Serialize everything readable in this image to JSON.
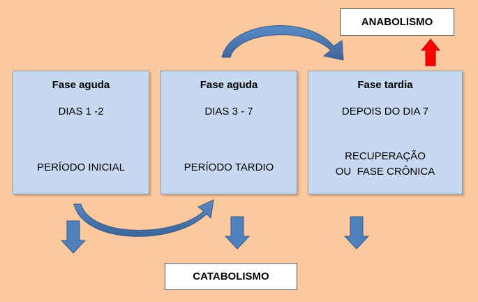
{
  "phases": [
    {
      "title": "Fase aguda",
      "days": "DIAS 1 -2",
      "period_lines": [
        "PERÍODO INICIAL"
      ]
    },
    {
      "title": "Fase aguda",
      "days": "DIAS 3 - 7",
      "period_lines": [
        "PERÍODO TARDIO"
      ]
    },
    {
      "title": "Fase tardia",
      "days": "DEPOIS DO DIA 7",
      "period_lines": [
        "RECUPERAÇÃO",
        "OU  FASE CRÔNICA"
      ]
    }
  ],
  "labels": {
    "anabolismo": "ANABOLISMO",
    "catabolismo": "CATABOLISMO"
  },
  "colors": {
    "background": "#FCC89E",
    "box_fill": "#C6D9F1",
    "arrow_blue": "#4F81BD",
    "arrow_red": "#FF0000"
  }
}
